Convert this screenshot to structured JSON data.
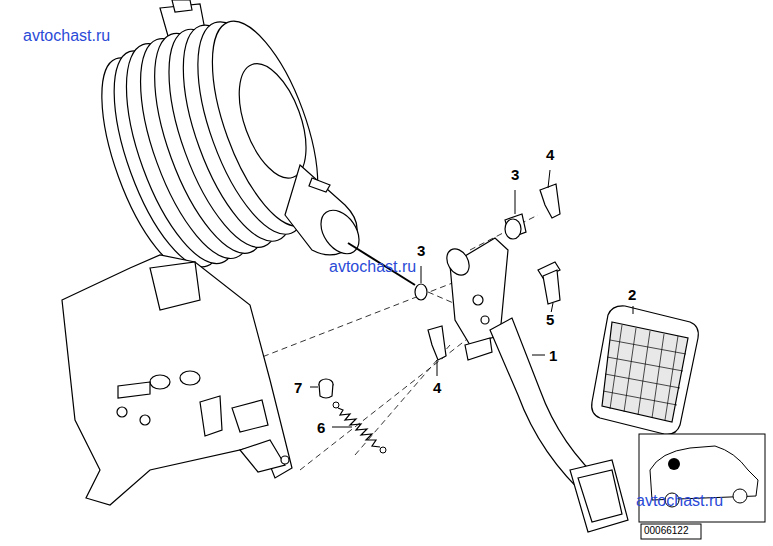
{
  "diagram": {
    "labels": [
      "avtochast.ru",
      "4",
      "3",
      "3",
      "avtochast.ru",
      "2",
      "5",
      "1",
      "4",
      "7",
      "6",
      "avtochast.ru",
      "00066122"
    ]
  }
}
